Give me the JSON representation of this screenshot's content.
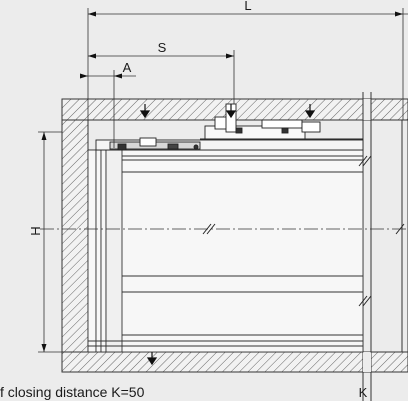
{
  "dimensions": {
    "L": "L",
    "S": "S",
    "A": "A",
    "H": "H",
    "K": "K"
  },
  "caption": "f closing distance K=50"
}
